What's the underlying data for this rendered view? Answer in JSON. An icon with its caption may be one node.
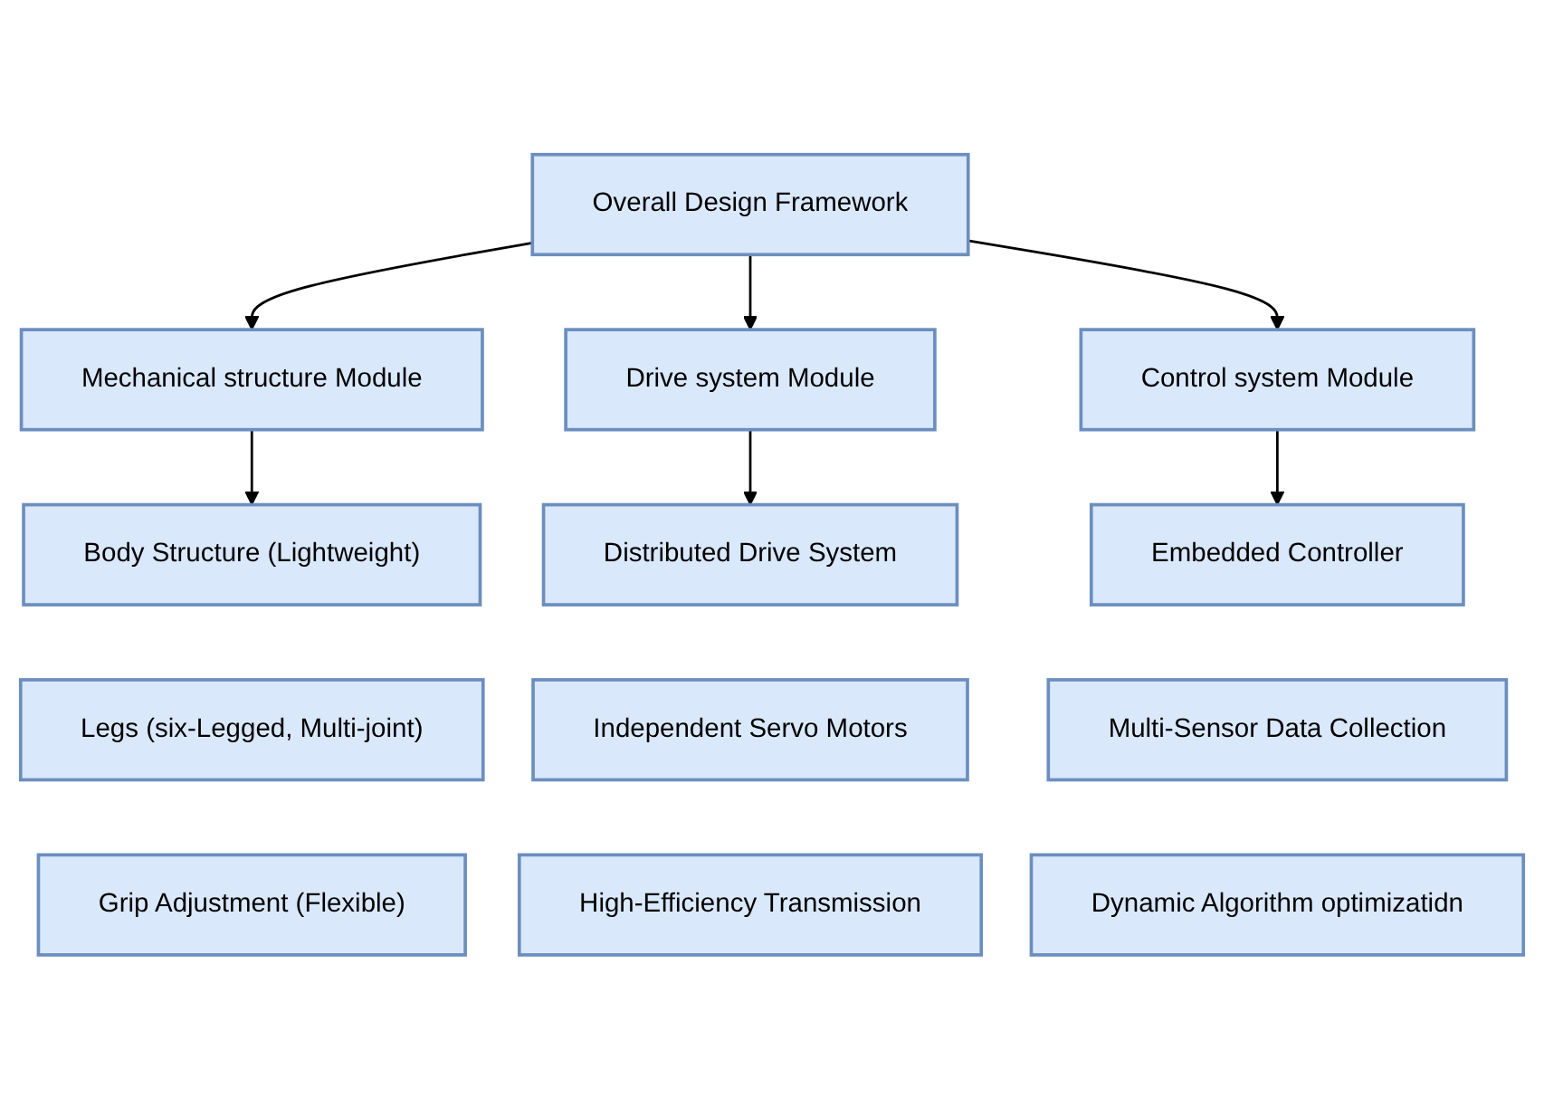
{
  "diagram": {
    "nodes": [
      {
        "text": [
          "Overall Design Framework"
        ]
      },
      {
        "text": [
          "Mechanical structure Module"
        ]
      },
      {
        "text": [
          "Drive system Module"
        ]
      },
      {
        "text": [
          "Control system Module"
        ]
      },
      {
        "text": [
          "Body Structure (Lightweight)"
        ]
      },
      {
        "text": [
          "Legs (six-Legged, Multi-joint)"
        ]
      },
      {
        "text": [
          "Grip Adjustment (Flexible)"
        ]
      },
      {
        "text": [
          "Distributed Drive System"
        ]
      },
      {
        "text": [
          "Independent Servo Motors"
        ]
      },
      {
        "text": [
          "High-Efficiency Transmission"
        ]
      },
      {
        "text": [
          "Embedded Controller"
        ]
      },
      {
        "text": [
          "Multi-Sensor Data Collection"
        ]
      },
      {
        "text": [
          "Dynamic Algorithm optimizatidn"
        ]
      }
    ],
    "edges": [
      {
        "from": 0,
        "to": 1,
        "arrow": "to"
      },
      {
        "from": 0,
        "to": 2,
        "arrow": "to"
      },
      {
        "from": 0,
        "to": 3,
        "arrow": "to"
      },
      {
        "from": 1,
        "to": 4,
        "arrow": "to"
      },
      {
        "from": 2,
        "to": 7,
        "arrow": "to"
      },
      {
        "from": 3,
        "to": 10,
        "arrow": "to"
      }
    ]
  }
}
